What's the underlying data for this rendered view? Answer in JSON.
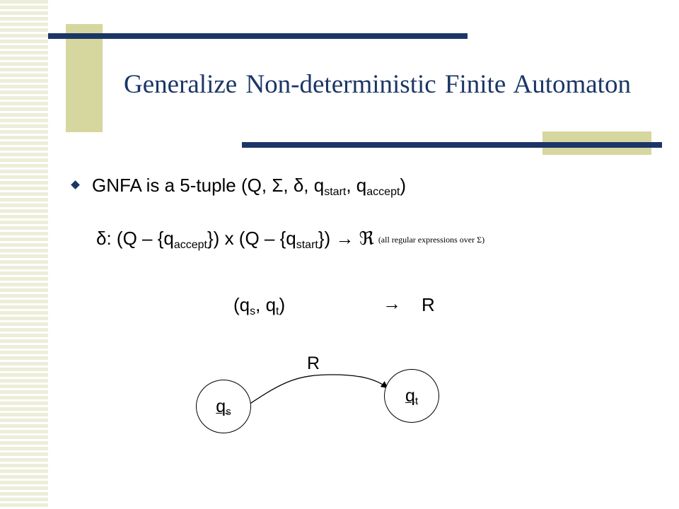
{
  "slide": {
    "title": "Generalize Non-deterministic Finite Automaton",
    "bullet": {
      "text_prefix": "GNFA is a 5-tuple (Q, Σ, δ, q",
      "sub_start": "start",
      "comma": ", q",
      "sub_accept": "accept",
      "close": ")"
    },
    "delta_line": {
      "part1": "δ: (Q – {q",
      "sub_accept": "accept",
      "part2": "}) x (Q – {q",
      "sub_start": "start",
      "part3": "})  →  ℜ",
      "note": "(all regular expressions over Σ)"
    },
    "mapping": {
      "left_prefix": "(q",
      "sub_s": "s",
      "mid": ", q",
      "sub_t": "t",
      "close": ")",
      "arrow": "→",
      "right": "R"
    },
    "diagram": {
      "edge_label": "R",
      "state_from": {
        "base": "q",
        "sub": "s"
      },
      "state_to": {
        "base": "q",
        "sub": "t"
      }
    }
  },
  "colors": {
    "accent_navy": "#1b3666",
    "accent_olive": "#d6d69f",
    "stripe": "#eceed9"
  }
}
